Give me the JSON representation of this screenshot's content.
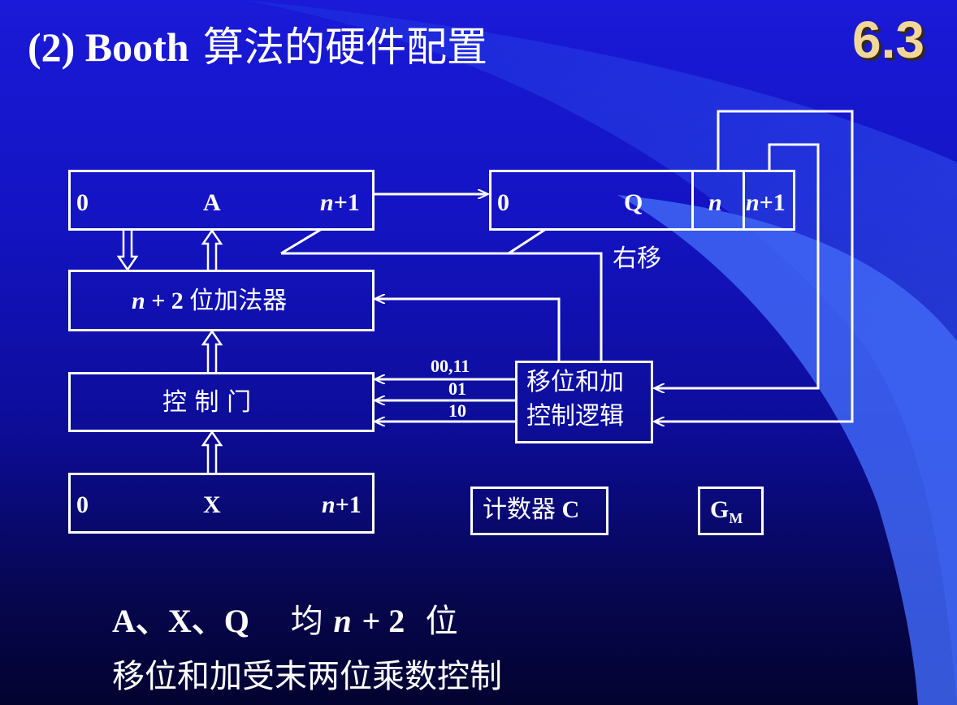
{
  "title": {
    "prefix": "(2) Booth",
    "suffix": "算法的硬件配置"
  },
  "section_number": "6.3",
  "registers": {
    "A": {
      "left": "0",
      "name": "A",
      "right_italic": "n",
      "right_rest": "+1"
    },
    "Q": {
      "left": "0",
      "name": "Q",
      "n_cell": "n",
      "n1_italic": "n",
      "n1_rest": "+1"
    },
    "X": {
      "left": "0",
      "name": "X",
      "right_italic": "n",
      "right_rest": "+1"
    }
  },
  "adder": {
    "italic_n": "n",
    "rest": "+ 2",
    "cn": "位加法器"
  },
  "control_gate": {
    "label": "控 制 门"
  },
  "shift_add_logic": {
    "line1": "移位和加",
    "line2": "控制逻辑"
  },
  "shift_right_label": "右移",
  "signal_labels": [
    "00,11",
    "01",
    "10"
  ],
  "counter": {
    "cn": "计数器",
    "en": "C"
  },
  "gm": {
    "main": "G",
    "sub": "M"
  },
  "notes": {
    "line1_regs": "A、X、Q",
    "line1_mid": "均",
    "line1_n": "n",
    "line1_rest": "+ 2",
    "line1_end": "位",
    "line2": "移位和加受末两位乘数控制"
  },
  "colors": {
    "background": "#1414c4",
    "accent_title": "#f2d79a",
    "stroke": "#ffffff",
    "wedge": "#3a5cf0"
  }
}
